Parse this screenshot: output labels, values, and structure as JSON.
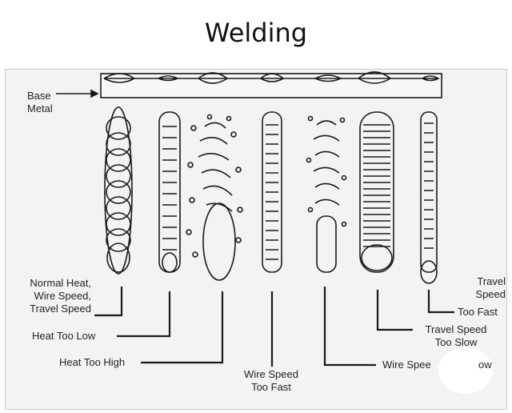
{
  "title": "Welding",
  "labels": {
    "base_metal_1": "Base",
    "base_metal_2": "Metal",
    "normal_1": "Normal Heat,",
    "normal_2": "Wire Speed,",
    "normal_3": "Travel Speed",
    "heat_low": "Heat Too Low",
    "heat_high": "Heat Too High",
    "wire_fast_1": "Wire Speed",
    "wire_fast_2": "Too Fast",
    "wire_slow": "Wire Spee",
    "wire_slow_tail": "ow",
    "travel_slow_1": "Travel Speed",
    "travel_slow_2": "Too Slow",
    "travel_fast_1": "Travel",
    "travel_fast_2": "Speed",
    "travel_fast_3": "Too Fast"
  }
}
